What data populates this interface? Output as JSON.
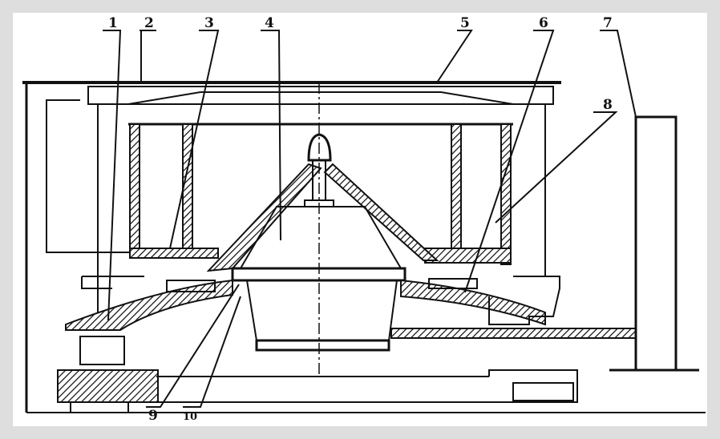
{
  "diagram": {
    "type": "centrifuge cross-section",
    "labels": [
      "1",
      "2",
      "3",
      "4",
      "5",
      "6",
      "7",
      "8",
      "9",
      "10"
    ]
  }
}
